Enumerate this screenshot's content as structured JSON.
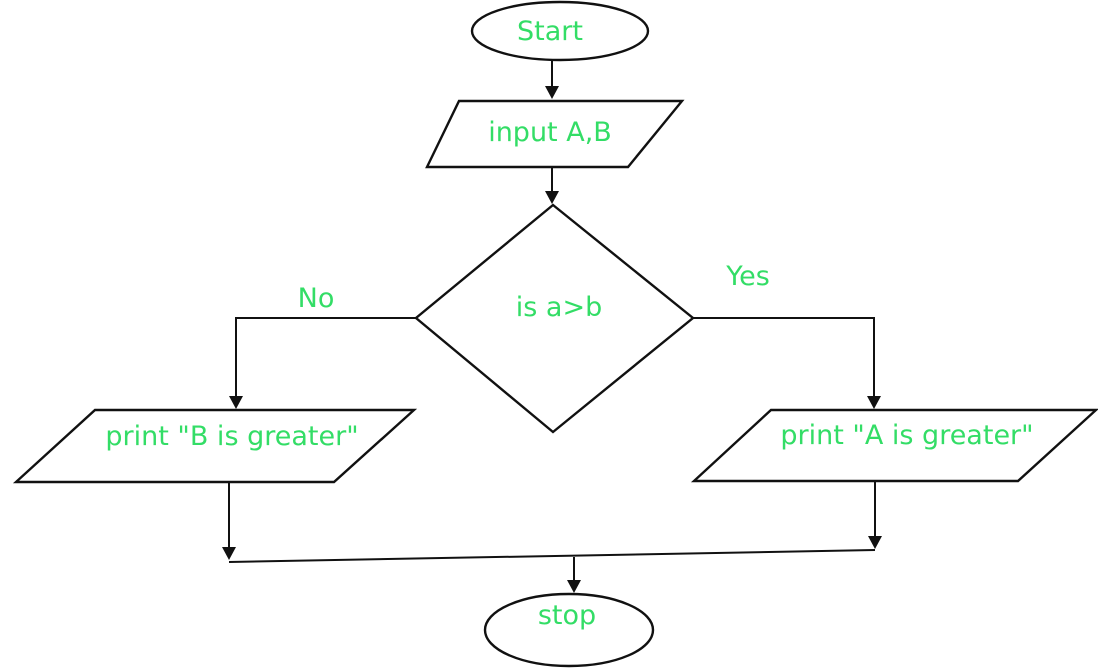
{
  "flowchart": {
    "start": "Start",
    "input": "input A,B",
    "decision": "is a>b",
    "no_branch": "No",
    "yes_branch": "Yes",
    "print_b": "print \"B is greater\"",
    "print_a": "print \"A is greater\"",
    "stop": "stop"
  },
  "colors": {
    "label_text": "#33dd66",
    "outline": "#111111",
    "background": "#ffffff"
  }
}
